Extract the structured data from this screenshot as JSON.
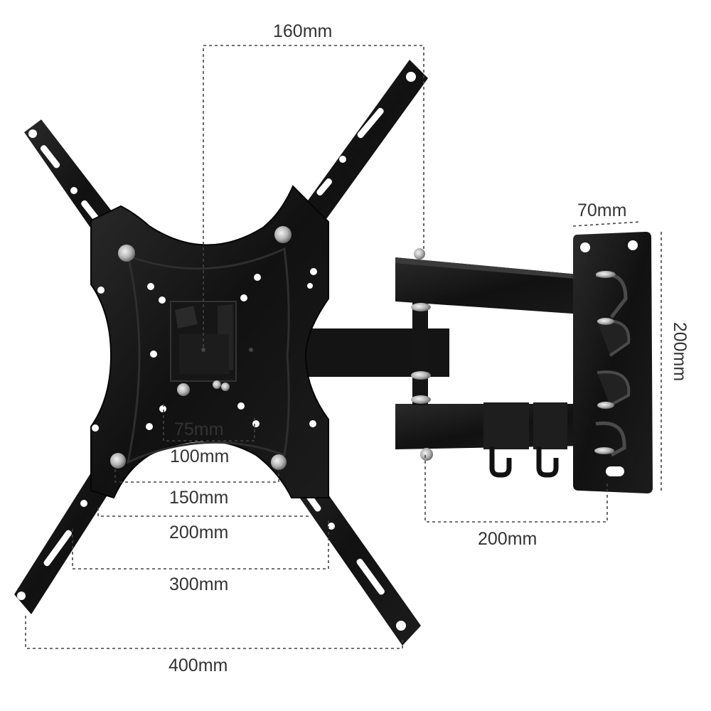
{
  "dimensions": {
    "vesa_160": "160mm",
    "wall_plate_width": "70mm",
    "wall_plate_height": "200mm",
    "vesa_75": "75mm",
    "vesa_100": "100mm",
    "vesa_150": "150mm",
    "vesa_200": "200mm",
    "vesa_300": "300mm",
    "vesa_400": "400mm",
    "arm_extension": "200mm"
  },
  "colors": {
    "metal": "#111111",
    "metal_highlight": "#2b2b2b",
    "dimension_line": "#444444",
    "label_text": "#333333",
    "bolt": "#bfbfbf"
  }
}
